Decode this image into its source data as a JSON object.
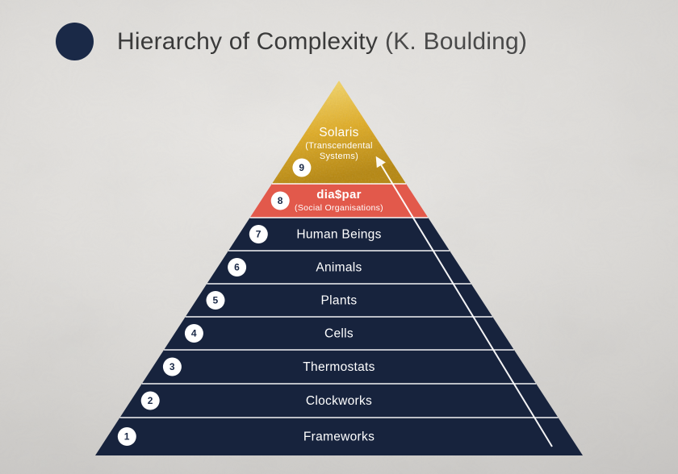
{
  "header": {
    "title_main": "Hierarchy of Complexity",
    "title_suffix": "(K. Boulding)"
  },
  "colors": {
    "navy": "#17233d",
    "logo": "#1a2947",
    "red": "#e2594b",
    "gold_light": "#f8e07c",
    "gold_mid": "#e0ac24",
    "gold_deep": "#b6860d",
    "label_text": "#ffffff",
    "badge_bg": "#ffffff",
    "badge_text": "#1a2947",
    "separator": "#ffffff",
    "arrow": "#ffffff"
  },
  "chart_data": {
    "type": "pyramid",
    "title": "Hierarchy of Complexity (K. Boulding)",
    "order": "bottom_to_top",
    "levels": [
      {
        "number": 1,
        "label": "Frameworks",
        "sublabel": "",
        "color": "navy"
      },
      {
        "number": 2,
        "label": "Clockworks",
        "sublabel": "",
        "color": "navy"
      },
      {
        "number": 3,
        "label": "Thermostats",
        "sublabel": "",
        "color": "navy"
      },
      {
        "number": 4,
        "label": "Cells",
        "sublabel": "",
        "color": "navy"
      },
      {
        "number": 5,
        "label": "Plants",
        "sublabel": "",
        "color": "navy"
      },
      {
        "number": 6,
        "label": "Animals",
        "sublabel": "",
        "color": "navy"
      },
      {
        "number": 7,
        "label": "Human Beings",
        "sublabel": "",
        "color": "navy"
      },
      {
        "number": 8,
        "label": "dia$par",
        "sublabel": "(Social Organisations)",
        "color": "red"
      },
      {
        "number": 9,
        "label": "Solaris",
        "sublabel": "(Transcendental Systems)",
        "color": "gold"
      }
    ]
  }
}
